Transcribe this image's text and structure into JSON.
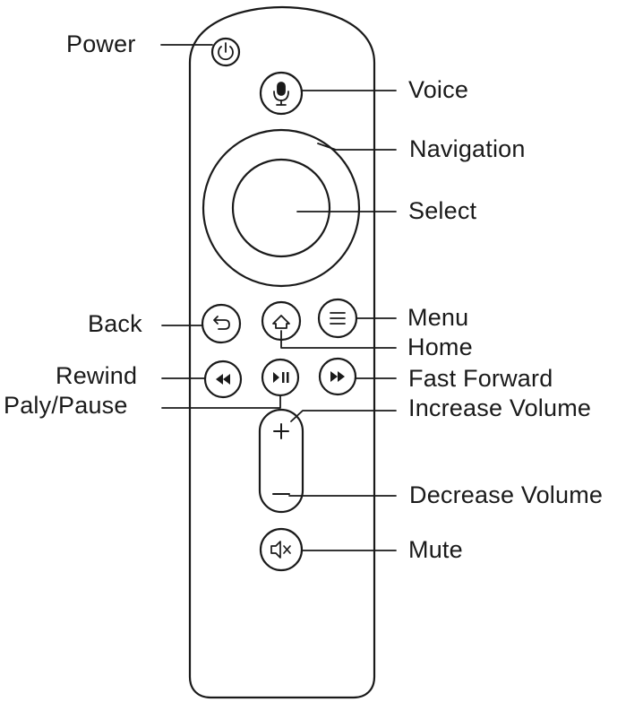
{
  "labels": {
    "power": "Power",
    "voice": "Voice",
    "navigation": "Navigation",
    "select": "Select",
    "back": "Back",
    "menu": "Menu",
    "home": "Home",
    "rewind": "Rewind",
    "fast_forward": "Fast Forward",
    "play_pause": "Paly/Pause",
    "increase_volume": "Increase Volume",
    "decrease_volume": "Decrease Volume",
    "mute": "Mute"
  },
  "colors": {
    "ink": "#1a1a1a",
    "background": "#ffffff"
  },
  "icons": {
    "power": "power-icon",
    "voice": "microphone-icon",
    "back": "back-arrow-icon",
    "home": "home-icon",
    "menu": "menu-icon",
    "rewind": "rewind-icon",
    "play_pause": "play-pause-icon",
    "fast_forward": "fast-forward-icon",
    "increase_volume": "plus-icon",
    "decrease_volume": "minus-icon",
    "mute": "mute-icon"
  }
}
